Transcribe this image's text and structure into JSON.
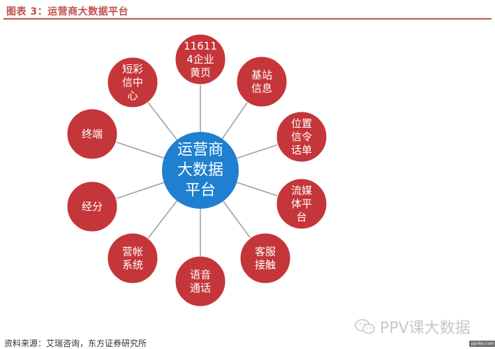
{
  "caption": "图表 3：运营商大数据平台",
  "center": {
    "lines": [
      "运营商",
      "大数据",
      "平台"
    ]
  },
  "nodes": [
    {
      "id": "yellow-pages",
      "lines": [
        "11611",
        "4企业",
        "黄页"
      ]
    },
    {
      "id": "base-station",
      "lines": [
        "基站",
        "信息"
      ]
    },
    {
      "id": "location",
      "lines": [
        "位置",
        "信令",
        "话单"
      ]
    },
    {
      "id": "streaming",
      "lines": [
        "流媒",
        "体平",
        "台"
      ]
    },
    {
      "id": "customer-contact",
      "lines": [
        "客服",
        "接触"
      ]
    },
    {
      "id": "voice-call",
      "lines": [
        "语音",
        "通话"
      ]
    },
    {
      "id": "billing",
      "lines": [
        "营帐",
        "系统"
      ]
    },
    {
      "id": "analytics",
      "lines": [
        "经分"
      ]
    },
    {
      "id": "terminal",
      "lines": [
        "终端"
      ]
    },
    {
      "id": "sms-center",
      "lines": [
        "短彩",
        "信中",
        "心"
      ]
    }
  ],
  "colors": {
    "center_fill": "#1f7fd0",
    "node_fill": "#c4363a",
    "connector": "#9a9a9a",
    "node_text": "#ffffff"
  },
  "source": "资料来源：艾瑞咨询，东方证券研究所",
  "watermark": {
    "text": "PPV课大数据",
    "icon": "wechat-icon"
  },
  "corner_tag": "ppvke.com"
}
